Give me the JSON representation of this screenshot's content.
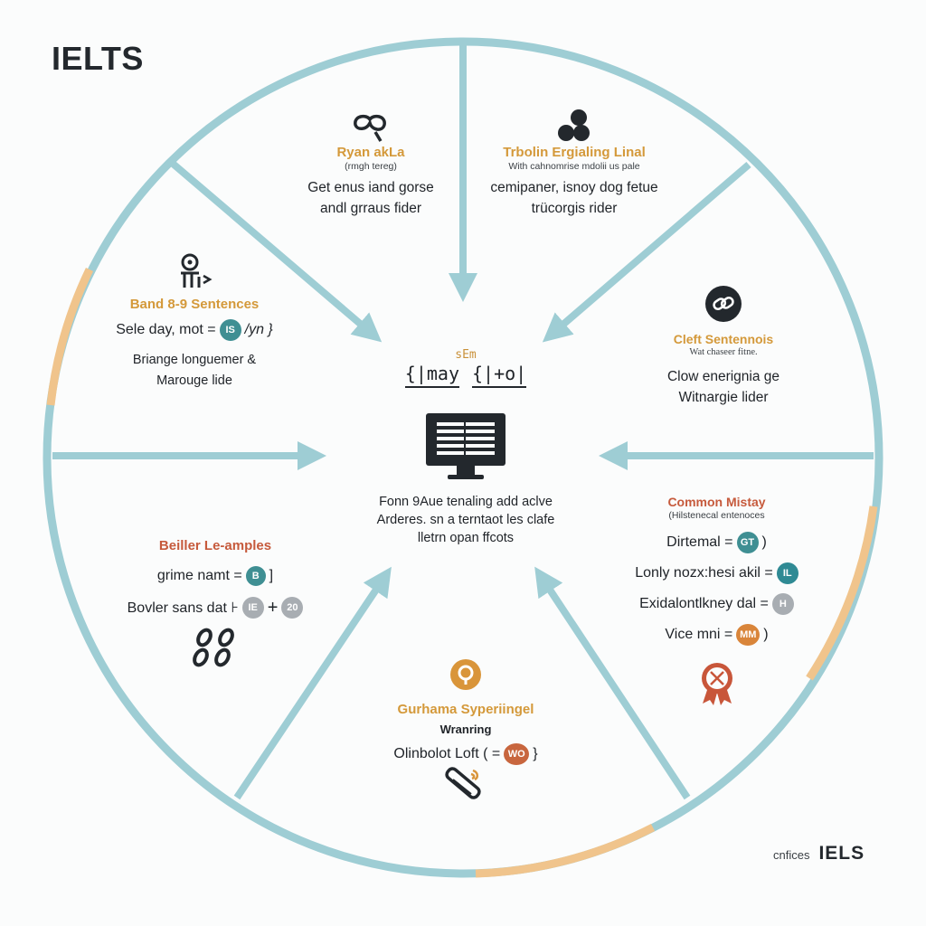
{
  "header": {
    "title": "IELTS"
  },
  "footer": {
    "small_text": "cnfices",
    "brand": "IELS"
  },
  "colors": {
    "ring": "#9ecdd4",
    "ring_accent": "#f0c48c",
    "gold": "#d4993a",
    "rust": "#c65a3c",
    "dark": "#23282d",
    "teal_badge": "#3f8f93"
  },
  "center": {
    "formula_top": "sEm",
    "formula_left": "{|may",
    "formula_right": "{|+o|",
    "icon": "monitor-document-icon",
    "lines": [
      "Fonn 9Aue tenaling add aclve",
      "Arderes. sn a terntaot les clafe",
      "lletrn opan ffcots"
    ]
  },
  "segments": {
    "top_left": {
      "icon": "rope-knot-icon",
      "title": "Ryan akLa",
      "subtitle": "(rmgh tereg)",
      "lines": [
        "Get enus iand gorse",
        "andl grraus fider"
      ]
    },
    "top_right": {
      "icon": "cluster-dots-icon",
      "title": "Trbolin Ergialing Linal",
      "subtitle": "With cahnomrise mdolii us pale",
      "lines": [
        "cemipaner, isnoy dog fetue",
        "trücorgis rider"
      ]
    },
    "left": {
      "icon": "person-arrow-icon",
      "title": "Band 8-9 Sentences",
      "formula_text": "Sele day, mot =",
      "formula_badge": "IS",
      "formula_tail": "/yn }",
      "lines": [
        "Briange longuemer &",
        "Marouge lide"
      ]
    },
    "right": {
      "icon": "link-circle-icon",
      "title": "Cleft Sentennois",
      "subtitle": "Wat chaseer fitne.",
      "lines": [
        "Clow enerignia ge",
        "Witnargie lider"
      ]
    },
    "bottom_left": {
      "icon": "chain-links-icon",
      "title": "Beiller Le-amples",
      "rows": [
        {
          "text": "grime namt =",
          "badges": [
            "B"
          ],
          "tail": "]"
        },
        {
          "text": "Bovler sans dat ⊦",
          "badges": [
            "IE",
            "20"
          ],
          "joiner": "+",
          "tail": ""
        }
      ]
    },
    "bottom": {
      "icon": "orange-badge-icon",
      "title": "Gurhama Syperiingel",
      "subtitle": "Wranring",
      "formula_text": "Olinbolot Loft ( =",
      "formula_badge": "WO",
      "formula_tail": "}",
      "bottom_icon": "pen-tool-icon"
    },
    "bottom_right": {
      "icon": "rejected-ribbon-icon",
      "title": "Common Mistay",
      "subtitle": "(Hilstenecal entenoces",
      "rows": [
        {
          "text": "Dirtemal =",
          "badge": "GT",
          "badge_color": "teal",
          "tail": ")"
        },
        {
          "text": "Lonly nozx:hesi akil =",
          "badge": "IL",
          "badge_color": "teal2",
          "tail": ""
        },
        {
          "text": "Exidalontlkney dal =",
          "badge": "H",
          "badge_color": "grey",
          "tail": ""
        },
        {
          "text": "Vice mni =",
          "badge": "MM",
          "badge_color": "orange",
          "tail": ")"
        }
      ]
    }
  }
}
